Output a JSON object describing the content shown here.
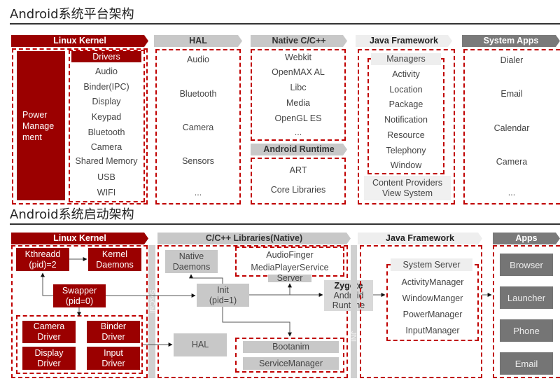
{
  "section1": {
    "title": "Android系统平台架构",
    "columns": {
      "linux_kernel": {
        "header": "Linux Kernel",
        "power_management": "Power\nManage\nment",
        "drivers_header": "Drivers",
        "drivers": [
          "Audio",
          "Binder(IPC)",
          "Display",
          "Keypad",
          "Bluetooth",
          "Camera",
          "Shared Memory",
          "USB",
          "WIFI"
        ]
      },
      "hal": {
        "header": "HAL",
        "items": [
          "Audio",
          "Bluetooth",
          "Camera",
          "Sensors",
          "..."
        ]
      },
      "native": {
        "header": "Native C/C++",
        "items": [
          "Webkit",
          "OpenMAX AL",
          "Libc",
          "Media",
          "OpenGL ES",
          "..."
        ]
      },
      "android_runtime": {
        "header": "Android Runtime",
        "items": [
          "ART",
          "Core Libraries"
        ]
      },
      "java_framework": {
        "header": "Java Framework",
        "managers_header": "Managers",
        "managers": [
          "Activity",
          "Location",
          "Package",
          "Notification",
          "Resource",
          "Telephony",
          "Window"
        ],
        "footer_line1": "Content Providers",
        "footer_line2": "View System"
      },
      "system_apps": {
        "header": "System Apps",
        "items": [
          "Dialer",
          "Email",
          "Calendar",
          "Camera",
          "..."
        ]
      }
    }
  },
  "section2": {
    "title": "Android系统启动架构",
    "linux_kernel": {
      "header": "Linux Kernel",
      "kthreadd": [
        "Kthreadd",
        "(pid)=2"
      ],
      "kernel_daemons": [
        "Kernel",
        "Daemons"
      ],
      "swapper": [
        "Swapper",
        "(pid=0)"
      ],
      "drivers": [
        [
          "Camera",
          "Driver"
        ],
        [
          "Binder",
          "Driver"
        ],
        [
          "Display",
          "Driver"
        ],
        [
          "Input",
          "Driver"
        ]
      ]
    },
    "syscall_label": "SysCall",
    "native": {
      "header": "C/C++ Libraries(Native)",
      "native_daemons": [
        "Native",
        "Daemons"
      ],
      "audio_finger": "AudioFinger",
      "media_player_service": "MediaPlayerService",
      "server": "Server",
      "init": [
        "Init",
        "(pid=1)"
      ],
      "hal": "HAL",
      "bootanim": "Bootanim",
      "service_manager": "ServiceManager"
    },
    "zygote": {
      "title": "Zygote",
      "line2": "Android",
      "line3": "Runtime"
    },
    "jni_label": "JNI",
    "java_framework": {
      "header": "Java Framework",
      "system_server": "System Server",
      "managers": [
        "ActivityManager",
        "WindowManger",
        "PowerManager",
        "InputManager"
      ]
    },
    "apps": {
      "header": "Apps",
      "items": [
        "Browser",
        "Launcher",
        "Phone",
        "Email"
      ]
    }
  }
}
